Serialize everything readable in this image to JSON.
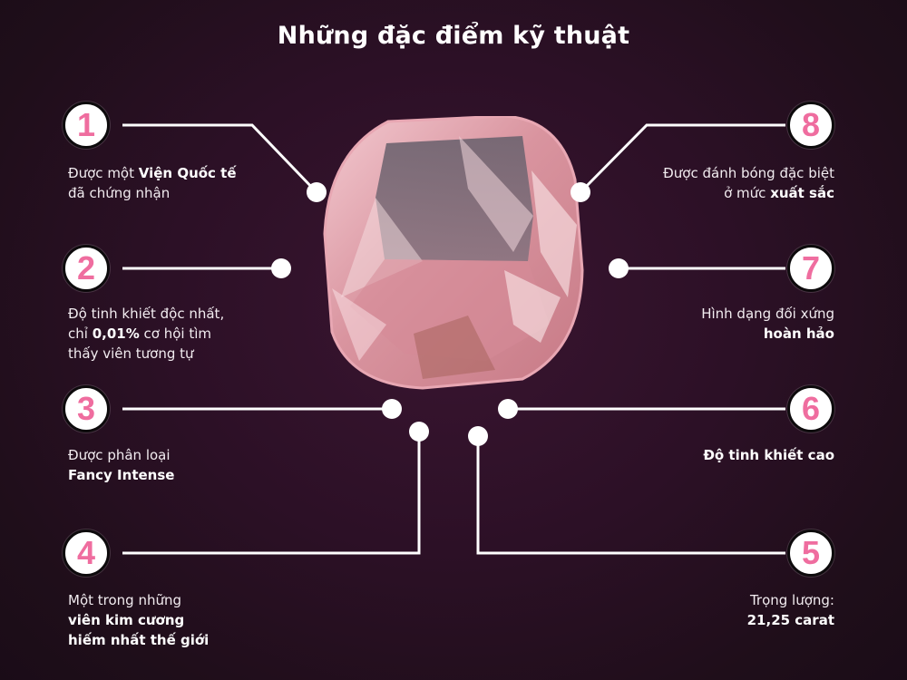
{
  "title": "Những đặc điểm kỹ thuật",
  "colors": {
    "background_center": "#2c1026",
    "background_edge": "#1a0c17",
    "badge_fill": "#ffffff",
    "badge_number": "#ef6d9f",
    "line": "#ffffff",
    "text": "#f2ecf0"
  },
  "image": {
    "subject": "pink-diamond",
    "shape": "cushion cut"
  },
  "features": [
    {
      "number": "1",
      "line1_pre": "Được một ",
      "line1_bold": "Viện Quốc tế",
      "line2": "đã chứng nhận"
    },
    {
      "number": "2",
      "line1": "Độ tinh khiết độc nhất,",
      "line2_pre": "chỉ ",
      "line2_bold": "0,01%",
      "line2_post": " cơ hội tìm",
      "line3": "thấy viên tương tự"
    },
    {
      "number": "3",
      "line1": "Được phân loại",
      "line2_bold": "Fancy Intense"
    },
    {
      "number": "4",
      "line1": "Một trong những",
      "line2_bold": "viên kim cương",
      "line3_bold": "hiếm nhất thế giới"
    },
    {
      "number": "5",
      "line1": "Trọng lượng:",
      "line2_bold": "21,25 carat"
    },
    {
      "number": "6",
      "line1_bold": "Độ tinh khiết cao"
    },
    {
      "number": "7",
      "line1": "Hình dạng đối xứng",
      "line2_bold": "hoàn hảo"
    },
    {
      "number": "8",
      "line1": "Được đánh bóng đặc biệt",
      "line2_pre": "ở mức ",
      "line2_bold": "xuất sắc"
    }
  ]
}
